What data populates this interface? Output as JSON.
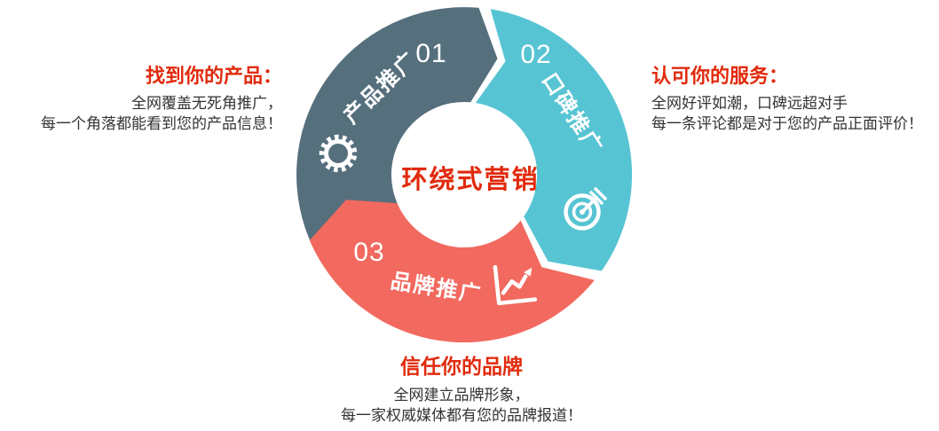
{
  "diagram_title": "环绕式营销",
  "center": {
    "title": "环绕式营销"
  },
  "segments": [
    {
      "number": "01",
      "label": "产品推广",
      "icon": "gear-icon",
      "color": "#566f7d"
    },
    {
      "number": "02",
      "label": "口碑推广",
      "icon": "target-icon",
      "color": "#57c4d3"
    },
    {
      "number": "03",
      "label": "品牌推广",
      "icon": "chart-icon",
      "color": "#f2695f"
    }
  ],
  "callouts": {
    "left": {
      "heading": "找到你的产品：",
      "line1": "全网覆盖无死角推广，",
      "line2": "每一个角落都能看到您的产品信息！"
    },
    "right": {
      "heading": "认可你的服务：",
      "line1": "全网好评如潮，口碑远超对手",
      "line2": "每一条评论都是对于您的产品正面评价！"
    },
    "bottom": {
      "heading": "信任你的品牌",
      "line1": "全网建立品牌形象，",
      "line2": "每一家权威媒体都有您的品牌报道！"
    }
  },
  "colors": {
    "segment_product": "#566f7d",
    "segment_reputation": "#57c4d3",
    "segment_brand": "#f2695f",
    "accent_red": "#e12a0c",
    "body_text": "#333333",
    "icon_white": "#ffffff",
    "background": "#ffffff"
  }
}
